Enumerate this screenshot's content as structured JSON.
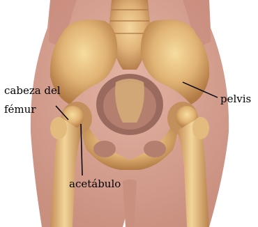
{
  "labels": {
    "femur_head_line1": "cabeza del",
    "femur_head_line2": "fémur",
    "pelvis": "pelvis",
    "acetabulum": "acetábulo"
  },
  "colors": {
    "skin": "#d9a798",
    "skin_dark": "#b98273",
    "bone_light": "#f1d08f",
    "bone_mid": "#d8a86a",
    "bone_dark": "#a8703f",
    "background": "#ffffff",
    "leader_line": "#000000"
  }
}
